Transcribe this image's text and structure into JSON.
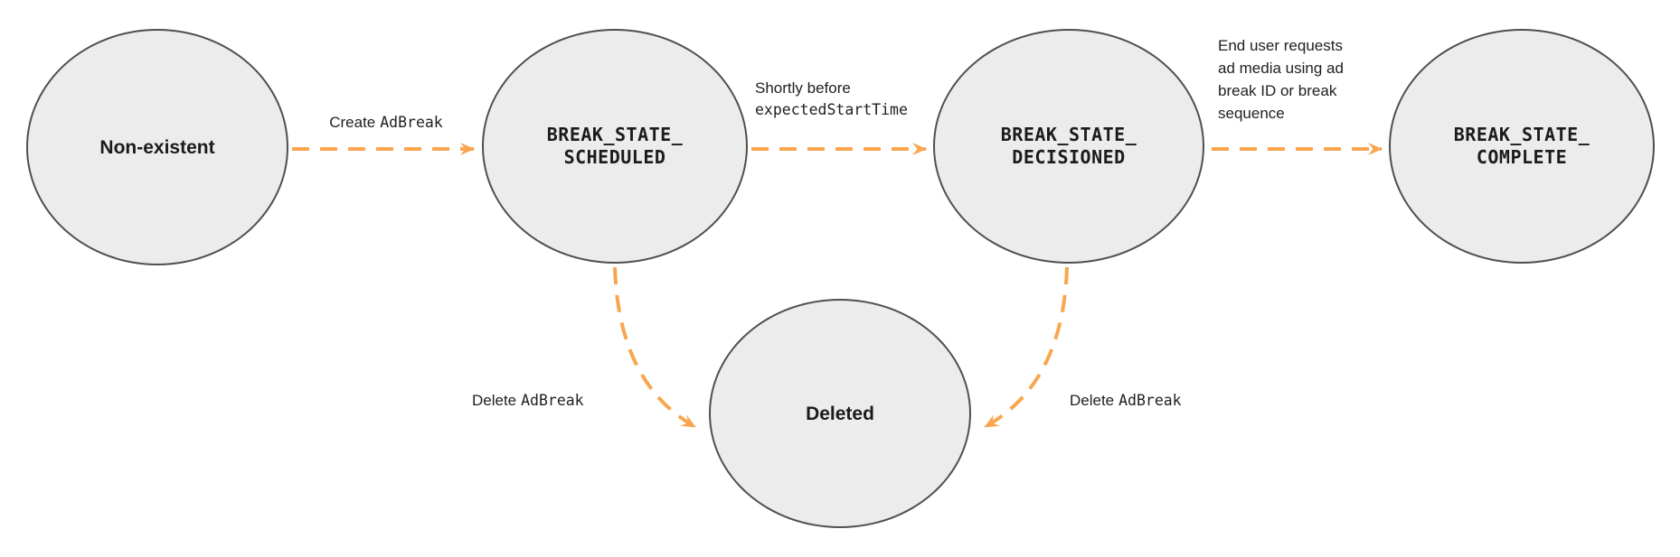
{
  "diagram": {
    "type": "state-transition",
    "colors": {
      "node_fill": "#ECECEC",
      "node_border": "#4F4F4F",
      "arrow_orange": "#F9A64E",
      "text": "#202124"
    },
    "nodes": [
      {
        "id": "non-existent",
        "label": "Non-existent"
      },
      {
        "id": "break-state-scheduled",
        "line1": "BREAK_STATE_",
        "line2": "SCHEDULED"
      },
      {
        "id": "break-state-decisioned",
        "line1": "BREAK_STATE_",
        "line2": "DECISIONED"
      },
      {
        "id": "break-state-complete",
        "line1": "BREAK_STATE_",
        "line2": "COMPLETE"
      },
      {
        "id": "deleted",
        "label": "Deleted"
      }
    ],
    "edges": [
      {
        "from": "non-existent",
        "to": "break-state-scheduled",
        "label_plain": "Create",
        "label_code": "AdBreak"
      },
      {
        "from": "break-state-scheduled",
        "to": "break-state-decisioned",
        "label_line1": "Shortly before",
        "label_code": "expectedStartTime"
      },
      {
        "from": "break-state-decisioned",
        "to": "break-state-complete",
        "label_lines": [
          "End user requests",
          "ad media using ad",
          "break ID or break",
          "sequence"
        ]
      },
      {
        "from": "break-state-scheduled",
        "to": "deleted",
        "label_plain": "Delete",
        "label_code": "AdBreak"
      },
      {
        "from": "break-state-decisioned",
        "to": "deleted",
        "label_plain": "Delete",
        "label_code": "AdBreak"
      }
    ]
  }
}
